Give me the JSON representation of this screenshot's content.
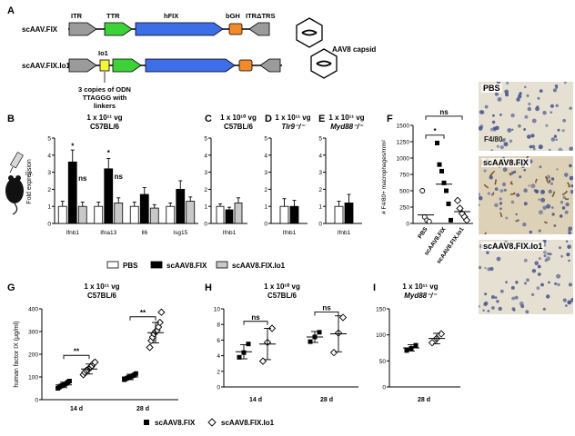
{
  "panelA": {
    "letter": "A",
    "construct1": {
      "name": "scAAV.FIX",
      "itr": "ITR",
      "ttr": "TTR",
      "hfix": "hFIX",
      "bgh": "bGH",
      "itr_trs": "ITRΔTRS"
    },
    "construct2": {
      "name": "scAAV.FIX.Io1",
      "io1": "Io1",
      "note_lines": [
        "3 copies of ODN",
        "TTAGGG with",
        "linkers"
      ]
    },
    "capsid_label": "AAV8 capsid"
  },
  "panelB": {
    "letter": "B",
    "dose": "1 x 10¹¹ vg",
    "strain": "C57BL/6",
    "ylabel": "Fold expression",
    "iv_label": "i.v.",
    "sig": [
      "*",
      "ns",
      "*",
      "ns"
    ]
  },
  "panelC": {
    "letter": "C",
    "dose": "1 x 10¹⁰ vg",
    "strain": "C57BL/6"
  },
  "panelD": {
    "letter": "D",
    "dose": "1 x 10¹¹ vg",
    "strain": "Tlr9⁻/⁻"
  },
  "panelE": {
    "letter": "E",
    "dose": "1 x 10¹¹ vg",
    "strain": "Myd88⁻/⁻"
  },
  "panelF": {
    "letter": "F",
    "ylabel": "# F4/80+ macrophages/mm²",
    "sig": [
      "*",
      "ns"
    ]
  },
  "legendBE": {
    "items": [
      "PBS",
      "scAAV8.FIX",
      "scAAV8.FIX.Io1"
    ]
  },
  "panelG": {
    "letter": "G",
    "dose": "1 x 10¹¹ vg",
    "strain": "C57BL/6",
    "ylabel": "human factor IX (μg/ml)",
    "sig": [
      "**",
      "**"
    ]
  },
  "panelH": {
    "letter": "H",
    "dose": "1 x 10¹⁰ vg",
    "strain": "C57BL/6",
    "sig": [
      "ns",
      "ns"
    ]
  },
  "panelI": {
    "letter": "I",
    "dose": "1 x 10¹¹ vg",
    "strain": "Myd88⁻/⁻"
  },
  "legendGI": {
    "items": [
      "scAAV8.FIX",
      "scAAV8.FIX.Io1"
    ]
  },
  "histology": {
    "labels": [
      "PBS",
      "scAAV8.FIX",
      "scAAV8.FIX.Io1"
    ],
    "stain": "F4/80"
  },
  "chart_data": [
    {
      "id": "B",
      "type": "bar",
      "ylabel": "Fold expression",
      "ylim": [
        0,
        5
      ],
      "yticks": [
        0,
        1,
        2,
        3,
        4,
        5
      ],
      "categories": [
        "Ifnb1",
        "Ifna13",
        "Il6",
        "Isg15"
      ],
      "series": [
        {
          "name": "PBS",
          "color": "#ffffff",
          "values": [
            1.0,
            1.0,
            1.0,
            1.0
          ],
          "errors": [
            0.3,
            0.25,
            0.25,
            0.2
          ]
        },
        {
          "name": "scAAV8.FIX",
          "color": "#000000",
          "values": [
            3.6,
            3.2,
            1.7,
            2.0
          ],
          "errors": [
            0.7,
            0.6,
            0.4,
            0.5
          ]
        },
        {
          "name": "scAAV8.FIX.Io1",
          "color": "#c8c8c8",
          "values": [
            1.0,
            1.2,
            0.9,
            1.3
          ],
          "errors": [
            0.25,
            0.3,
            0.2,
            0.25
          ]
        }
      ]
    },
    {
      "id": "C",
      "type": "bar",
      "ylim": [
        0,
        5
      ],
      "yticks": [
        0,
        1,
        2,
        3,
        4,
        5
      ],
      "categories": [
        "Ifnb1"
      ],
      "series": [
        {
          "name": "PBS",
          "color": "#ffffff",
          "values": [
            1.0
          ],
          "errors": [
            0.15
          ]
        },
        {
          "name": "scAAV8.FIX",
          "color": "#000000",
          "values": [
            0.8
          ],
          "errors": [
            0.15
          ]
        },
        {
          "name": "scAAV8.FIX.Io1",
          "color": "#c8c8c8",
          "values": [
            1.2
          ],
          "errors": [
            0.3
          ]
        }
      ]
    },
    {
      "id": "D",
      "type": "bar",
      "ylim": [
        0,
        5
      ],
      "yticks": [
        0,
        1,
        2,
        3,
        4,
        5
      ],
      "categories": [
        "Ifnb1"
      ],
      "series": [
        {
          "name": "PBS",
          "color": "#ffffff",
          "values": [
            1.0
          ],
          "errors": [
            0.45
          ]
        },
        {
          "name": "scAAV8.FIX",
          "color": "#000000",
          "values": [
            1.0
          ],
          "errors": [
            0.35
          ]
        }
      ]
    },
    {
      "id": "E",
      "type": "bar",
      "ylim": [
        0,
        5
      ],
      "yticks": [
        0,
        1,
        2,
        3,
        4,
        5
      ],
      "categories": [
        "Ifnb1"
      ],
      "series": [
        {
          "name": "PBS",
          "color": "#ffffff",
          "values": [
            1.0
          ],
          "errors": [
            0.3
          ]
        },
        {
          "name": "scAAV8.FIX",
          "color": "#000000",
          "values": [
            1.2
          ],
          "errors": [
            0.5
          ]
        }
      ]
    },
    {
      "id": "F",
      "type": "scatter",
      "ylabel": "# F4/80+ macrophages/mm²",
      "ylim": [
        0,
        1500
      ],
      "yticks": [
        0,
        250,
        500,
        750,
        1000,
        1250,
        1500
      ],
      "categories": [
        "PBS",
        "scAAV8.FIX",
        "scAAV8.FIX.Io1"
      ],
      "groups": [
        {
          "name": "PBS",
          "mean": 130,
          "marker": "open-circle",
          "values": [
            500,
            100,
            50,
            30
          ]
        },
        {
          "name": "scAAV8.FIX",
          "mean": 600,
          "marker": "filled-square",
          "values": [
            1230,
            900,
            800,
            620,
            500,
            300,
            50
          ]
        },
        {
          "name": "scAAV8.FIX.Io1",
          "mean": 180,
          "marker": "open-diamond",
          "values": [
            350,
            230,
            150,
            100,
            50
          ]
        }
      ]
    },
    {
      "id": "G",
      "type": "scatter",
      "ylabel": "human factor IX (μg/ml)",
      "ylim": [
        0,
        400
      ],
      "yticks": [
        0,
        100,
        200,
        300,
        400
      ],
      "categories": [
        "14 d",
        "28 d"
      ],
      "groups": [
        {
          "x": "14 d",
          "name": "scAAV8.FIX",
          "marker": "filled-square",
          "mean": 65,
          "sd": 12,
          "values": [
            50,
            55,
            60,
            62,
            66,
            68,
            72,
            78,
            82
          ]
        },
        {
          "x": "14 d",
          "name": "scAAV8.FIX.Io1",
          "marker": "open-diamond",
          "mean": 135,
          "sd": 22,
          "values": [
            110,
            120,
            128,
            132,
            138,
            142,
            150,
            160,
            165
          ]
        },
        {
          "x": "28 d",
          "name": "scAAV8.FIX",
          "marker": "filled-square",
          "mean": 100,
          "sd": 12,
          "values": [
            88,
            92,
            95,
            98,
            100,
            103,
            106,
            110,
            115
          ]
        },
        {
          "x": "28 d",
          "name": "scAAV8.FIX.Io1",
          "marker": "open-diamond",
          "mean": 295,
          "sd": 45,
          "values": [
            230,
            260,
            275,
            290,
            300,
            305,
            320,
            340,
            385
          ]
        }
      ]
    },
    {
      "id": "H",
      "type": "scatter",
      "ylim": [
        0,
        10
      ],
      "yticks": [
        0,
        2,
        4,
        6,
        8,
        10
      ],
      "categories": [
        "14 d",
        "28 d"
      ],
      "groups": [
        {
          "x": "14 d",
          "name": "scAAV8.FIX",
          "marker": "filled-square",
          "mean": 4.5,
          "sd": 0.9,
          "values": [
            3.8,
            4.4,
            5.5
          ]
        },
        {
          "x": "14 d",
          "name": "scAAV8.FIX.Io1",
          "marker": "open-diamond",
          "mean": 5.5,
          "sd": 2.0,
          "values": [
            3.3,
            5.7,
            7.5
          ]
        },
        {
          "x": "28 d",
          "name": "scAAV8.FIX",
          "marker": "filled-square",
          "mean": 6.4,
          "sd": 0.7,
          "values": [
            5.8,
            6.4,
            7.0
          ]
        },
        {
          "x": "28 d",
          "name": "scAAV8.FIX.Io1",
          "marker": "open-diamond",
          "mean": 6.8,
          "sd": 2.3,
          "values": [
            4.4,
            6.9,
            8.9
          ]
        }
      ]
    },
    {
      "id": "I",
      "type": "scatter",
      "ylim": [
        0,
        150
      ],
      "yticks": [
        0,
        50,
        100,
        150
      ],
      "categories": [
        "28 d"
      ],
      "groups": [
        {
          "x": "28 d",
          "name": "scAAV8.FIX",
          "marker": "filled-square",
          "mean": 75,
          "sd": 6,
          "values": [
            70,
            74,
            80
          ]
        },
        {
          "x": "28 d",
          "name": "scAAV8.FIX.Io1",
          "marker": "open-diamond",
          "mean": 93,
          "sd": 10,
          "values": [
            85,
            93,
            102
          ]
        }
      ]
    }
  ]
}
